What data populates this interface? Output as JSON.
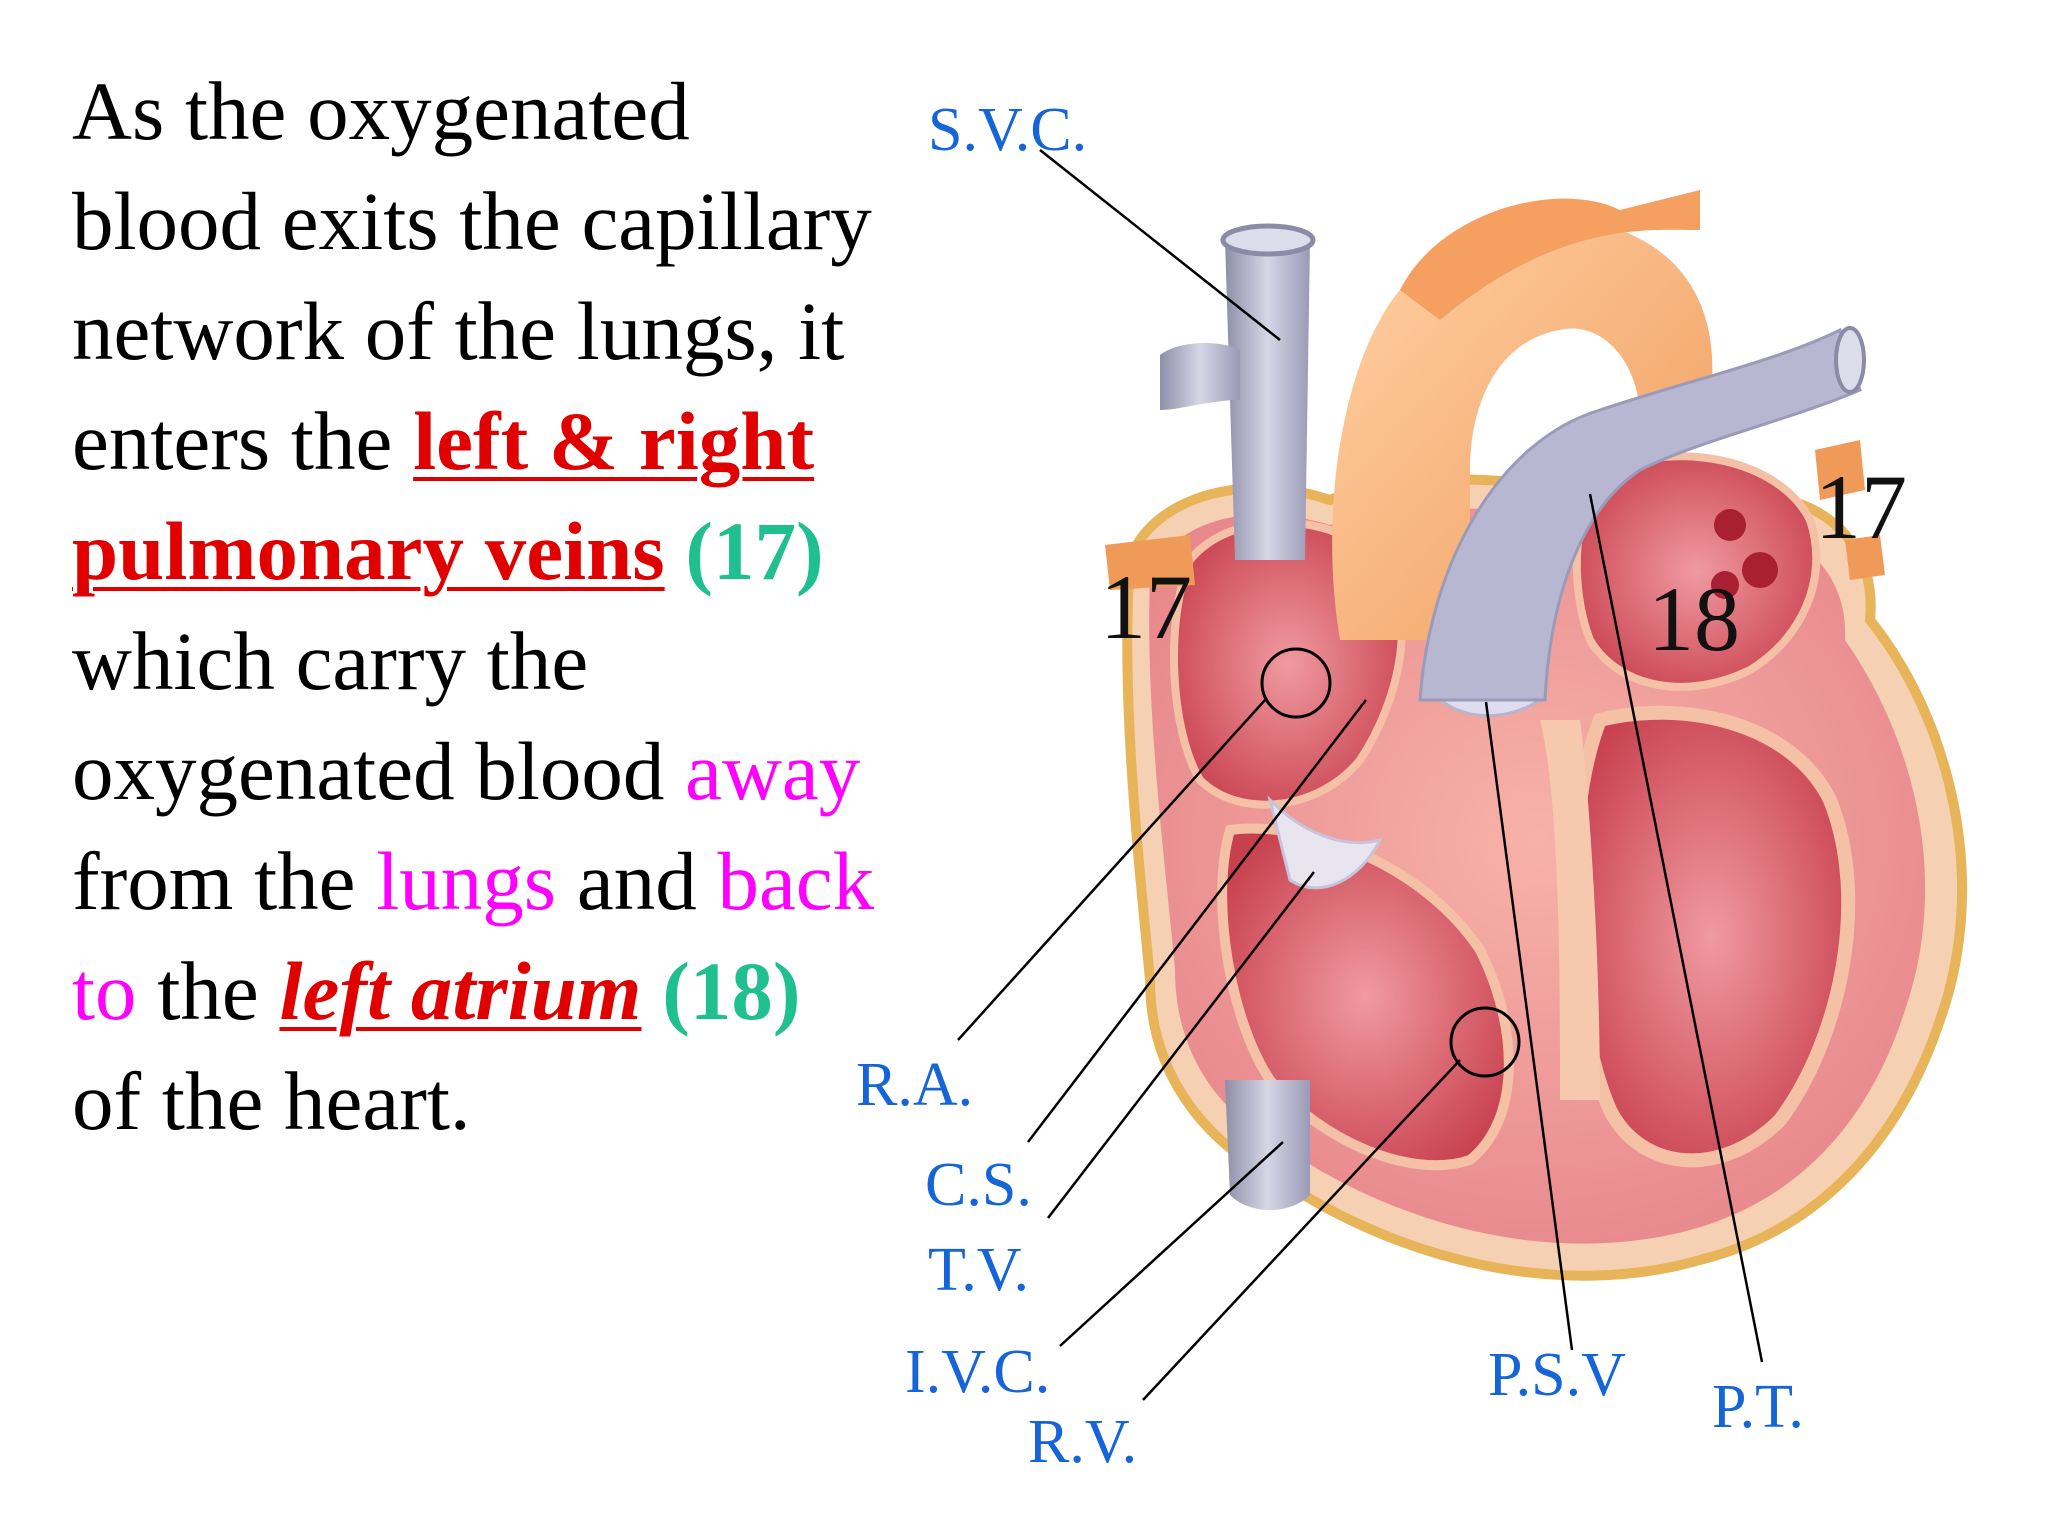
{
  "body": {
    "l1": "As the oxygenated",
    "l2": "blood exits the capillary",
    "l3": "network of the lungs, it",
    "l4_a": "enters the ",
    "l4_b": "left & right",
    "l5_a": "pulmonary veins",
    "l5_b": " ",
    "l5_c": "(17)",
    "l6": "which carry the",
    "l7_a": "oxygenated blood ",
    "l7_b": "away",
    "l8_a": "from the ",
    "l8_b": "lungs",
    "l8_c": " and ",
    "l8_d": "back",
    "l9_a": "to",
    "l9_b": " the ",
    "l9_c": "left atrium",
    "l9_d": " ",
    "l9_e": "(18)",
    "l10": "of the heart."
  },
  "labels": {
    "svc": "S.V.C.",
    "ra": "R.A.",
    "cs": "C.S.",
    "tv": "T.V.",
    "ivc": "I.V.C.",
    "rv": "R.V.",
    "psv": "P.S.V",
    "pt": "P.T.",
    "n17_left": "17",
    "n17_right": "17",
    "n18": "18"
  },
  "colors": {
    "label_blue": "#1565d8",
    "keyword_red": "#e00000",
    "number_green": "#1fbf8f",
    "emphasis_magenta": "#ff00ff"
  }
}
